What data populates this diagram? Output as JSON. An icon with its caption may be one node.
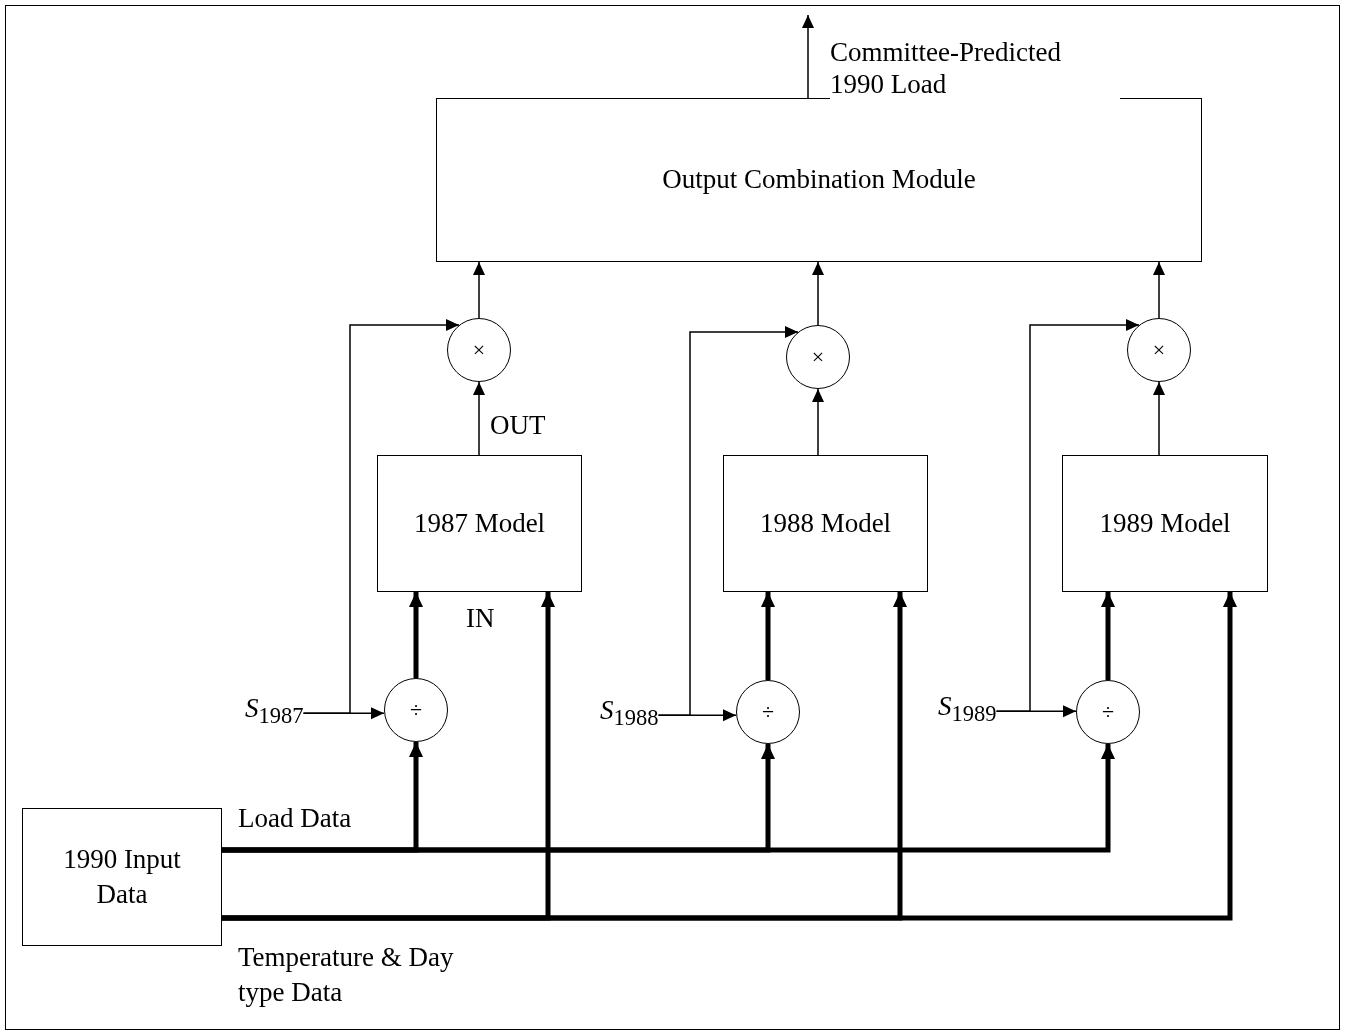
{
  "diagram": {
    "nodes": [
      {
        "text": [
          "Output Combination Module"
        ]
      },
      {
        "text": [
          "×"
        ]
      },
      {
        "text": [
          "×"
        ]
      },
      {
        "text": [
          "×"
        ]
      },
      {
        "text": [
          "1987 Model"
        ]
      },
      {
        "text": [
          "1988 Model"
        ]
      },
      {
        "text": [
          "1989 Model"
        ]
      },
      {
        "text": [
          "÷"
        ]
      },
      {
        "text": [
          "÷"
        ]
      },
      {
        "text": [
          "÷"
        ]
      },
      {
        "text": [
          "*S*$_{1987}$"
        ]
      },
      {
        "text": [
          "*S*$_{1988}$"
        ]
      },
      {
        "text": [
          "*S*$_{1989}$"
        ]
      },
      {
        "text": [
          "1990 Input Data"
        ]
      }
    ],
    "edges": [
      {
        "from": 0,
        "to": null,
        "arrow": "to",
        "label": "Committee-Predicted 1990 Load"
      },
      {
        "from": 1,
        "to": 0,
        "arrow": "to"
      },
      {
        "from": 2,
        "to": 0,
        "arrow": "to"
      },
      {
        "from": 3,
        "to": 0,
        "arrow": "to"
      },
      {
        "from": 4,
        "to": 1,
        "arrow": "to"
      },
      {
        "from": 5,
        "to": 2,
        "arrow": "to"
      },
      {
        "from": 6,
        "to": 3,
        "arrow": "to"
      },
      {
        "from": 7,
        "to": 4,
        "arrow": "to",
        "style": "thick"
      },
      {
        "from": 8,
        "to": 5,
        "arrow": "to",
        "style": "thick"
      },
      {
        "from": 9,
        "to": 6,
        "arrow": "to",
        "style": "thick"
      },
      {
        "from": 10,
        "to": 7,
        "arrow": "to"
      },
      {
        "from": 11,
        "to": 8,
        "arrow": "to"
      },
      {
        "from": 12,
        "to": 9,
        "arrow": "to"
      },
      {
        "from": 10,
        "to": 1,
        "arrow": "to"
      },
      {
        "from": 11,
        "to": 2,
        "arrow": "to"
      },
      {
        "from": 12,
        "to": 3,
        "arrow": "to"
      },
      {
        "from": 13,
        "to": 7,
        "arrow": "to",
        "style": "thick"
      },
      {
        "from": 13,
        "to": 8,
        "arrow": "to",
        "style": "thick"
      },
      {
        "from": 13,
        "to": 9,
        "arrow": "to",
        "style": "thick"
      },
      {
        "from": 13,
        "to": 4,
        "arrow": "to",
        "style": "thick"
      },
      {
        "from": 13,
        "to": 5,
        "arrow": "to",
        "style": "thick"
      },
      {
        "from": 13,
        "to": 6,
        "arrow": "to",
        "style": "thick"
      }
    ],
    "labels": [
      "OUT",
      "IN",
      "Load Data",
      "Temperature & Day type Data"
    ]
  }
}
